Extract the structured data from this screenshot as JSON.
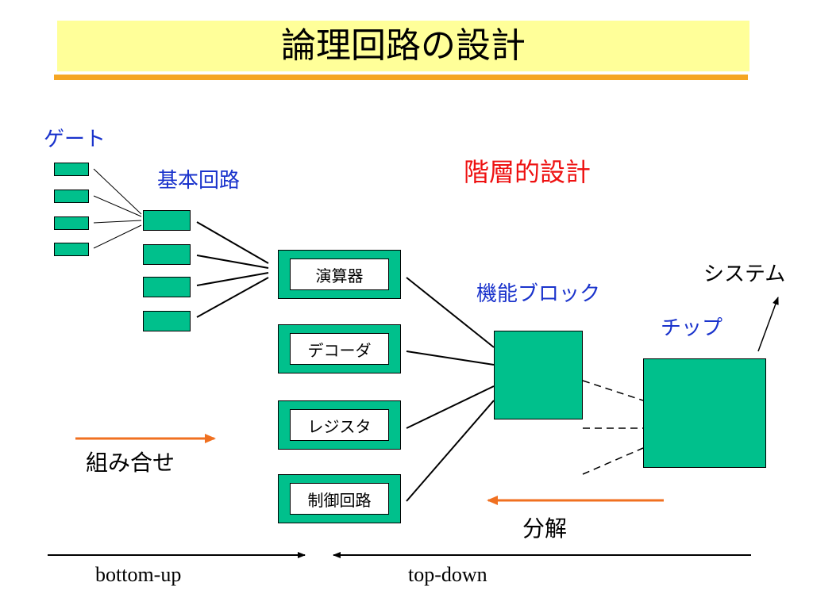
{
  "title": "論理回路の設計",
  "labels": {
    "gate": "ゲート",
    "basic_circuit": "基本回路",
    "hierarchical_design": "階層的設計",
    "system": "システム",
    "functional_block": "機能ブロック",
    "chip": "チップ",
    "combine": "組み合せ",
    "decompose": "分解",
    "bottom_up": "bottom-up",
    "top_down": "top-down"
  },
  "blocks": [
    {
      "id": "alu",
      "label": "演算器"
    },
    {
      "id": "decoder",
      "label": "デコーダ"
    },
    {
      "id": "register",
      "label": "レジスタ"
    },
    {
      "id": "control",
      "label": "制御回路"
    }
  ],
  "colors": {
    "box_fill": "#00c08c",
    "blue_text": "#1a33cc",
    "red_text": "#ee1111",
    "orange_arrow": "#f07020",
    "title_band": "#ffff99",
    "title_rule": "#f5a623"
  }
}
